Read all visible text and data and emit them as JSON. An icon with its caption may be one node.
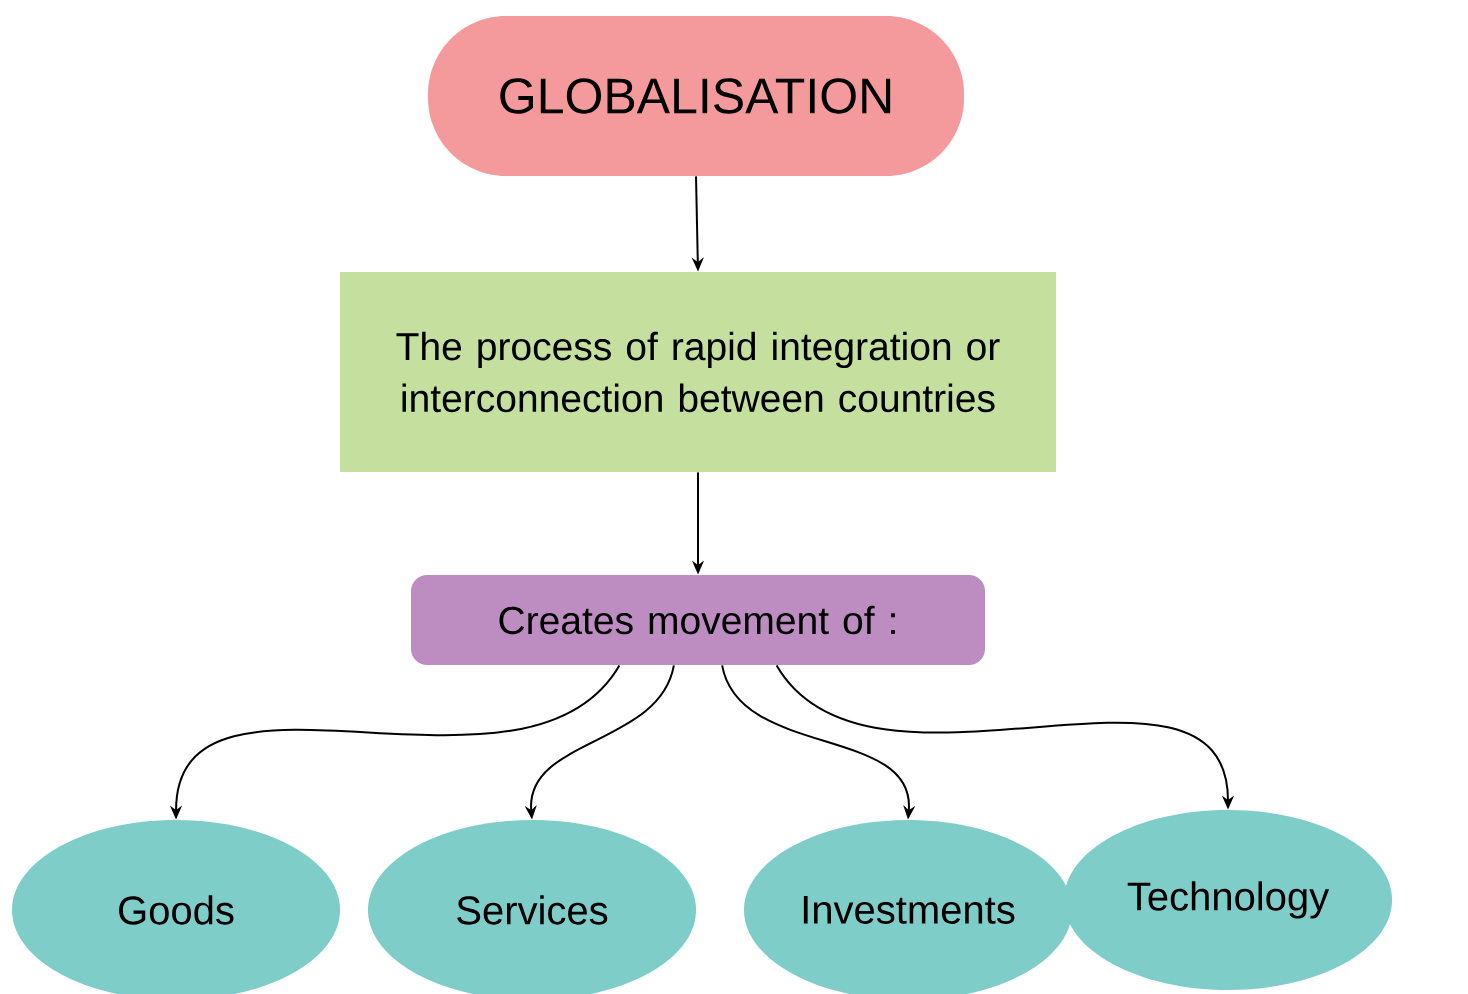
{
  "diagram": {
    "nodes": [
      {
        "text": [
          "GLOBALISATION"
        ]
      },
      {
        "text": [
          "The process of rapid integration or interconnection between countries"
        ]
      },
      {
        "text": [
          "Creates movement of :"
        ]
      },
      {
        "text": [
          "Goods"
        ]
      },
      {
        "text": [
          "Services"
        ]
      },
      {
        "text": [
          "Investments"
        ]
      },
      {
        "text": [
          "Technology"
        ]
      }
    ],
    "edges": [
      {
        "from": 0,
        "to": 1,
        "arrow": "to"
      },
      {
        "from": 1,
        "to": 2,
        "arrow": "to"
      },
      {
        "from": 2,
        "to": 3,
        "arrow": "to"
      },
      {
        "from": 2,
        "to": 4,
        "arrow": "to"
      },
      {
        "from": 2,
        "to": 5,
        "arrow": "to"
      },
      {
        "from": 2,
        "to": 6,
        "arrow": "to"
      }
    ]
  }
}
